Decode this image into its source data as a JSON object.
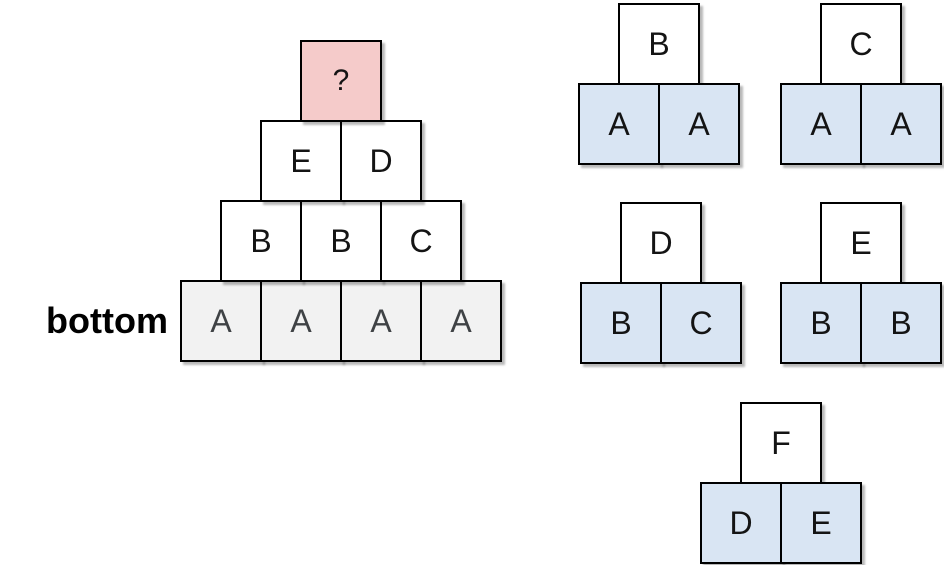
{
  "colors": {
    "unknown_fill": "#f5cbca",
    "rule_base_fill": "#d9e5f3",
    "pyramid_base_fill": "#f2f2f2",
    "block_fill": "#ffffff",
    "block_border": "#000000",
    "letter": "#141414",
    "base_letter": "#3f4245"
  },
  "pyramid": {
    "bottom_label": "bottom",
    "rows": [
      [
        "?"
      ],
      [
        "E",
        "D"
      ],
      [
        "B",
        "B",
        "C"
      ],
      [
        "A",
        "A",
        "A",
        "A"
      ]
    ]
  },
  "rules": [
    {
      "top": "B",
      "bottom": [
        "A",
        "A"
      ]
    },
    {
      "top": "C",
      "bottom": [
        "A",
        "A"
      ]
    },
    {
      "top": "D",
      "bottom": [
        "B",
        "C"
      ]
    },
    {
      "top": "E",
      "bottom": [
        "B",
        "B"
      ]
    },
    {
      "top": "F",
      "bottom": [
        "D",
        "E"
      ]
    }
  ]
}
